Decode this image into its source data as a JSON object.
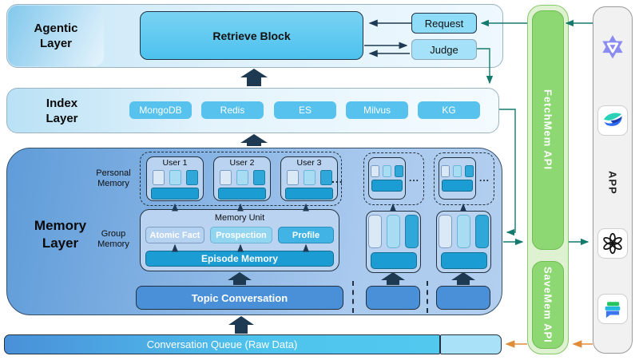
{
  "agentic_layer": {
    "title": [
      "Agentic",
      "Layer"
    ],
    "retrieve_block": "Retrieve Block",
    "request": "Request",
    "judge": "Judge"
  },
  "index_layer": {
    "title": [
      "Index",
      "Layer"
    ],
    "databases": [
      "MongoDB",
      "Redis",
      "ES",
      "Milvus",
      "KG"
    ]
  },
  "memory_layer": {
    "title": [
      "Memory",
      "Layer"
    ],
    "personal_memory": [
      "Personal",
      "Memory"
    ],
    "group_memory": [
      "Group",
      "Memory"
    ],
    "users": [
      "User 1",
      "User 2",
      "User 3"
    ],
    "ellipsis": "...",
    "memory_unit_title": "Memory Unit",
    "memory_unit_chips": [
      "Atomic Fact",
      "Prospection",
      "Profile"
    ],
    "episode_memory": "Episode Memory",
    "topic_conversation": "Topic Conversation"
  },
  "conversation_queue": "Conversation Queue (Raw Data)",
  "apis": {
    "fetch": "FetchMem API",
    "save": "SaveMem API"
  },
  "app_panel": {
    "label": "APP",
    "icons": [
      "qwen-icon",
      "lark-icon",
      "openai-icon",
      "docs-icon"
    ]
  },
  "colors": {
    "accent_cyan": "#54c6ef",
    "accent_blue": "#4a90d9",
    "deep_cyan": "#1b9cd3",
    "api_green": "#8ed873",
    "arrow_teal": "#157a6e",
    "arrow_orange": "#e08c3a",
    "arrow_navy": "#1e3a54"
  }
}
